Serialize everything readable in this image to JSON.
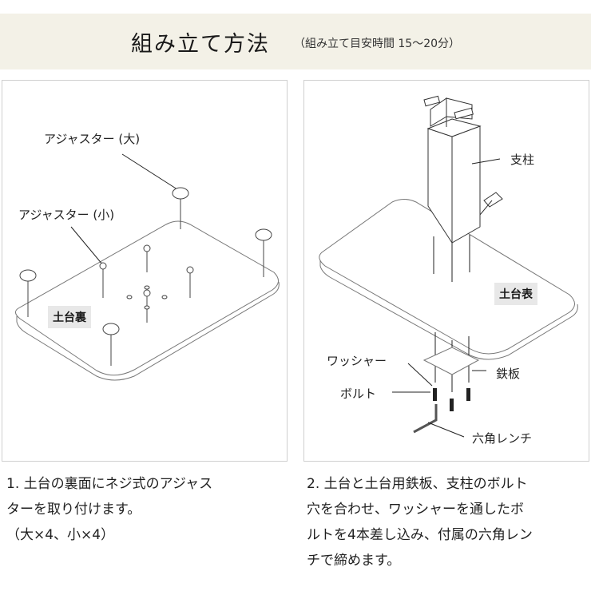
{
  "header": {
    "title": "組み立て方法",
    "subtitle": "（組み立て目安時間 15〜20分）",
    "background": "#f3f1e7"
  },
  "panel1": {
    "labels": {
      "adjuster_large": "アジャスター (大)",
      "adjuster_small": "アジャスター (小)",
      "base_back": "土台裏"
    }
  },
  "panel2": {
    "labels": {
      "pillar": "支柱",
      "base_front": "土台表",
      "washer": "ワッシャー",
      "steel_plate": "鉄板",
      "bolt": "ボルト",
      "hex_wrench": "六角レンチ"
    }
  },
  "steps": [
    {
      "lines": [
        "1. 土台の裏面にネジ式のアジャス",
        "ターを取り付けます。",
        "（大×4、小×4）"
      ]
    },
    {
      "lines": [
        "2. 土台と土台用鉄板、支柱のボルト",
        "穴を合わせ、ワッシャーを通したボ",
        "ルトを4本差し込み、付属の六角レン",
        "チで締めます。"
      ]
    }
  ]
}
